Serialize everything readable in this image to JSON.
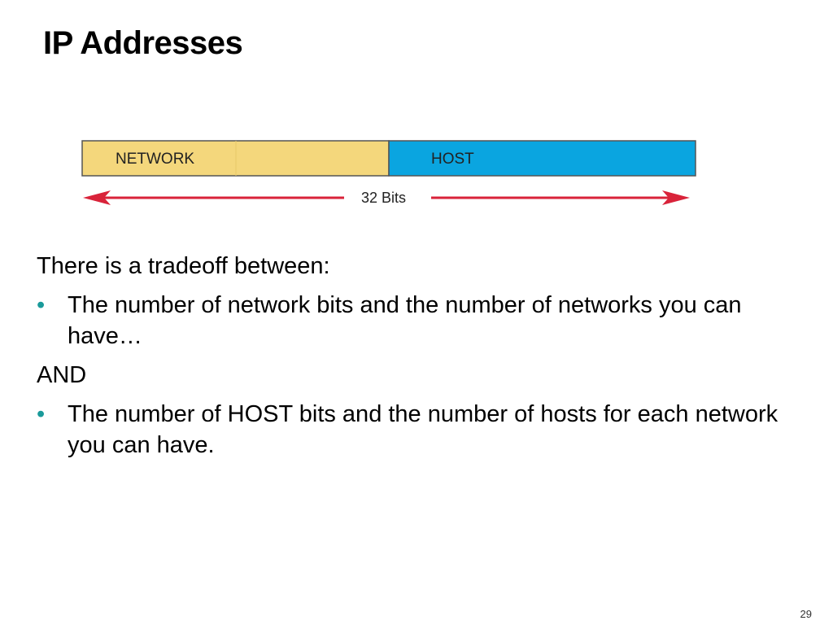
{
  "slide": {
    "title": "IP Addresses",
    "page_number": "29"
  },
  "diagram": {
    "network_label": "NETWORK",
    "host_label": "HOST",
    "bits_label": "32 Bits",
    "colors": {
      "network_fill": "#f4d77c",
      "host_fill": "#0aa5e0",
      "arrow": "#d9233a",
      "border": "#555555"
    }
  },
  "content": {
    "intro": "There is a tradeoff between:",
    "bullet1": "The number of network bits and the number of networks you can have…",
    "connector": "AND",
    "bullet2": "The number of HOST bits and the number of hosts for each network you can have.",
    "bullet_color": "#1a9a9a"
  }
}
